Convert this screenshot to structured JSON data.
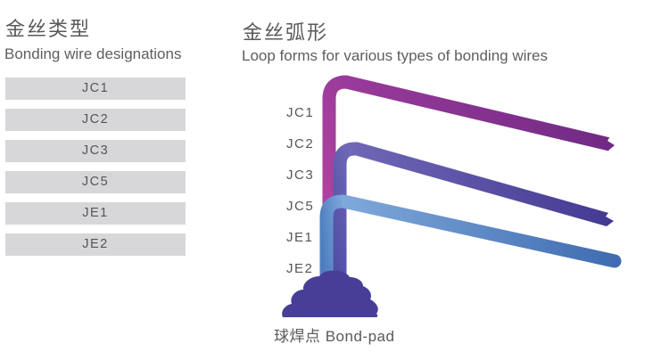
{
  "left_panel": {
    "title_cjk": "金丝类型",
    "title_en": "Bonding wire designations",
    "rows": [
      "JC1",
      "JC2",
      "JC3",
      "JC5",
      "JE1",
      "JE2"
    ]
  },
  "right_panel": {
    "title_cjk": "金丝弧形",
    "title_en": "Loop forms for various types of bonding wires",
    "wire_labels": [
      "JC1",
      "JC2",
      "JC3",
      "JC5",
      "JE1",
      "JE2"
    ],
    "bond_pad_caption": "球焊点 Bond-pad",
    "colors": {
      "wire_top": [
        "#b8459f",
        "#9a3b9b",
        "#702a84"
      ],
      "wire_middle": [
        "#514ea6",
        "#6f68b6",
        "#443a93"
      ],
      "wire_bottom": [
        "#4e7ec0",
        "#7fa9da",
        "#3f6cb1"
      ],
      "bond_pad": "#473e98"
    }
  },
  "page": {
    "background": "#ffffff",
    "row_background": "#d7d7d9",
    "text_color": "#58595b"
  }
}
